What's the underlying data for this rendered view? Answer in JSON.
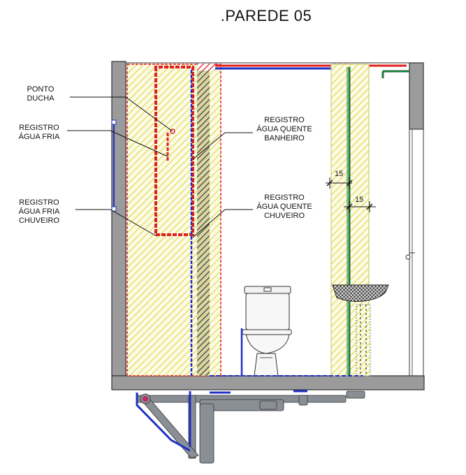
{
  "title": ".PAREDE 05",
  "labels": {
    "ponto_ducha": "PONTO\nDUCHA",
    "registro_agua_fria": "REGISTRO\nÁGUA FRIA",
    "registro_agua_fria_chuveiro": "REGISTRO\nÁGUA FRIA\nCHUVEIRO",
    "registro_agua_quente_banheiro": "REGISTRO\nÁGUA QUENTE\nBANHEIRO",
    "registro_agua_quente_chuveiro": "REGISTRO\nÁGUA QUENTE\nCHUVEIRO"
  },
  "dimensions": {
    "dim_1": "15",
    "dim_2": "15"
  },
  "colors": {
    "hot_water": "#e02020",
    "cold_water": "#2030c8",
    "green_pipe": "#1e7a3c",
    "hatch": "#e8e060",
    "wall_gray": "#8c8c8c",
    "drain_gray": "#8a8f96"
  }
}
